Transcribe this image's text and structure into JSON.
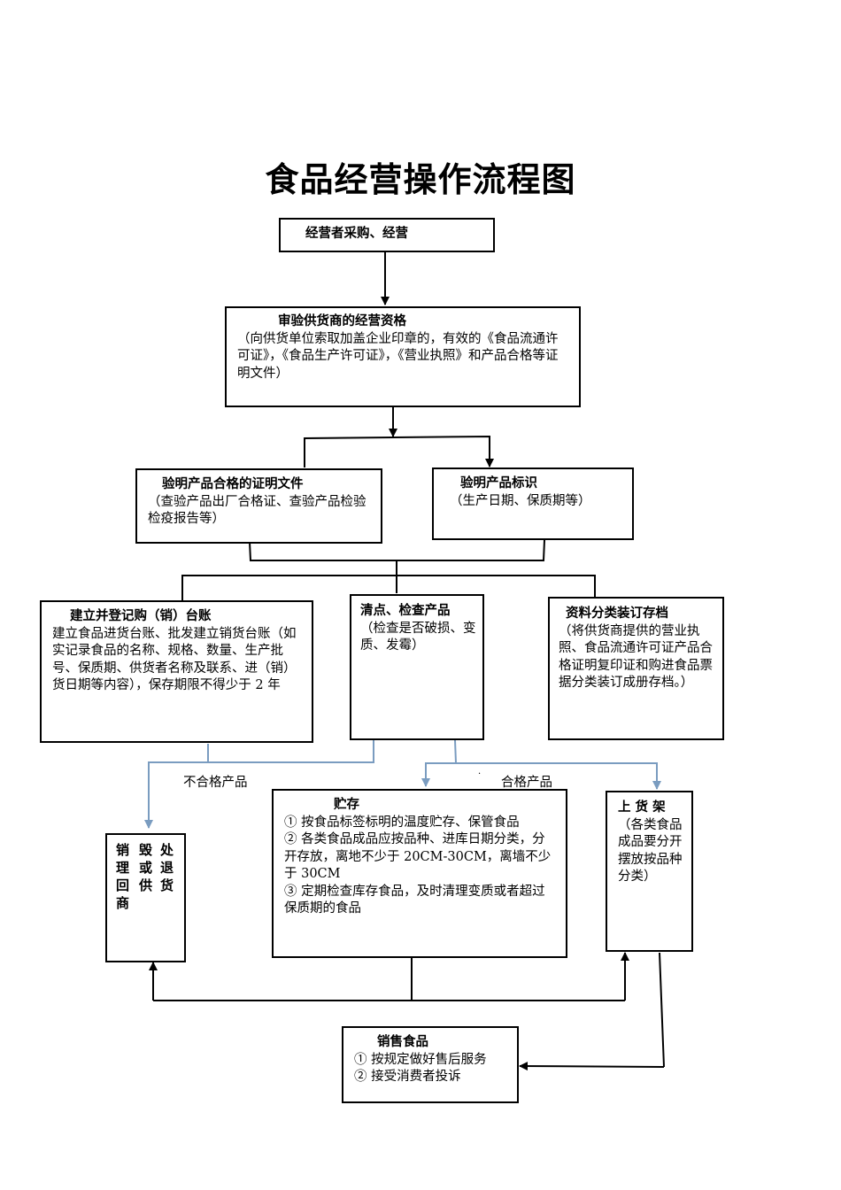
{
  "title": "食品经营操作流程图",
  "nodes": {
    "purchase": {
      "title": "经营者采购、经营"
    },
    "supplier": {
      "title": "审验供货商的经营资格",
      "body": "（向供货单位索取加盖企业印章的，有效的《食品流通许可证》，《食品生产许可证》，《营业执照》和产品合格等证明文件）"
    },
    "certificate": {
      "title": "验明产品合格的证明文件",
      "body": "（查验产品出厂合格证、查验产品检验检疫报告等）"
    },
    "label": {
      "title": "验明产品标识",
      "body": "（生产日期、保质期等）"
    },
    "ledger": {
      "title": "建立并登记购（销）台账",
      "body": "建立食品进货台账、批发建立销货台账（如实记录食品的名称、规格、数量、生产批号、保质期、供货者名称及联系、进（销）货日期等内容），保存期限不得少于 2 年"
    },
    "inspect": {
      "title": "清点、检查产品",
      "body": "（检查是否破损、变质、发霉）"
    },
    "archive": {
      "title": "资料分类装订存档",
      "body": "（将供货商提供的营业执照、食品流通许可证产品合格证明复印证和购进食品票据分类装订成册存档。）"
    },
    "dispose": {
      "col1": "销理回商",
      "col2": "毁或供",
      "col3": "处退货"
    },
    "storage": {
      "title": "贮存",
      "items": [
        "① 按食品标签标明的温度贮存、保管食品",
        "② 各类食品成品应按品种、进库日期分类，分开存放，离地不少于 20CM-30CM，离墙不少于 30CM",
        "③ 定期检查库存食品，及时清理变质或者超过保质期的食品"
      ]
    },
    "shelf": {
      "title": "上 货 架",
      "body": "（各类食品成品要分开摆放按品种分类）"
    },
    "sales": {
      "title": "销售食品",
      "items": [
        "① 按规定做好售后服务",
        "② 接受消费者投诉"
      ]
    }
  },
  "labels": {
    "fail": "不合格产品",
    "pass": "合格产品",
    "dot": "·"
  },
  "colors": {
    "line": "#000000",
    "blue_line": "#7a9cc0"
  }
}
